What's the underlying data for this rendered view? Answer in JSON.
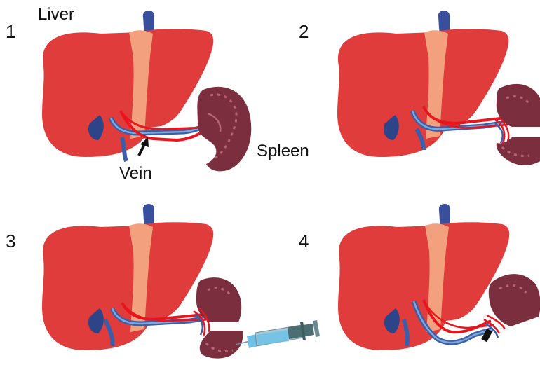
{
  "labels": {
    "liver": "Liver",
    "spleen": "Spleen",
    "vein": "Vein"
  },
  "steps": [
    "1",
    "2",
    "3",
    "4"
  ],
  "colors": {
    "liver": "#e03c3c",
    "ligament": "#f2a07e",
    "ivc": "#3a4f9c",
    "portal_vein": "#3a5ea8",
    "vein_light": "#7fa7d8",
    "artery": "#e8141e",
    "spleen": "#7a2e3e",
    "spleen_light": "#b8627a",
    "syringe_glass": "#a9c8d4",
    "syringe_fluid": "#6ec2e8",
    "syringe_plunger": "#4a6e72"
  }
}
